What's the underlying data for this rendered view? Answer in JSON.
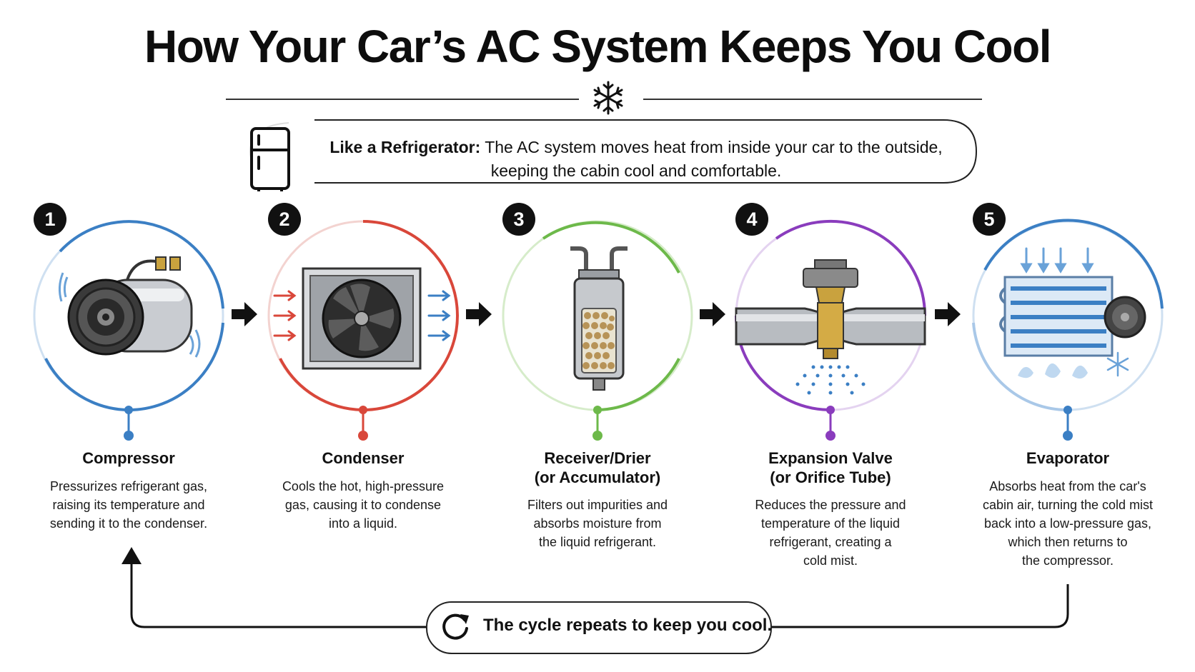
{
  "title": "How Your Car’s AC System Keeps You Cool",
  "callout": {
    "label": "Like a Refrigerator:",
    "line1": "The AC system moves heat from inside your car to the outside,",
    "line2": "keeping the cabin cool and comfortable."
  },
  "steps": [
    {
      "number": "1",
      "title": "Compressor",
      "title2": "",
      "desc": [
        "Pressurizes refrigerant gas,",
        "raising its temperature and",
        "sending it to the condenser."
      ],
      "color": "#3b7fc4"
    },
    {
      "number": "2",
      "title": "Condenser",
      "title2": "",
      "desc": [
        "Cools the hot, high-pressure",
        "gas, causing it to condense",
        "into a liquid."
      ],
      "color": "#d9473a"
    },
    {
      "number": "3",
      "title": "Receiver/Drier",
      "title2": "(or Accumulator)",
      "desc": [
        "Filters out impurities and",
        "absorbs moisture from",
        "the liquid refrigerant."
      ],
      "color": "#6db94a"
    },
    {
      "number": "4",
      "title": "Expansion Valve",
      "title2": "(or Orifice Tube)",
      "desc": [
        "Reduces the pressure and",
        "temperature of the liquid",
        "refrigerant, creating a",
        "cold mist."
      ],
      "color": "#8a3cbd"
    },
    {
      "number": "5",
      "title": "Evaporator",
      "title2": "",
      "desc": [
        "Absorbs heat from the car's",
        "cabin air, turning the cold mist",
        "back into a low-pressure gas,",
        "which then returns to",
        "the compressor."
      ],
      "color": "#3b7fc4"
    }
  ],
  "cycle": {
    "text": "The cycle repeats to keep you cool."
  },
  "icons": {
    "divider": "snowflake-icon",
    "callout": "refrigerator-icon",
    "cycle": "refresh-icon",
    "flow": "arrow-right-icon"
  }
}
